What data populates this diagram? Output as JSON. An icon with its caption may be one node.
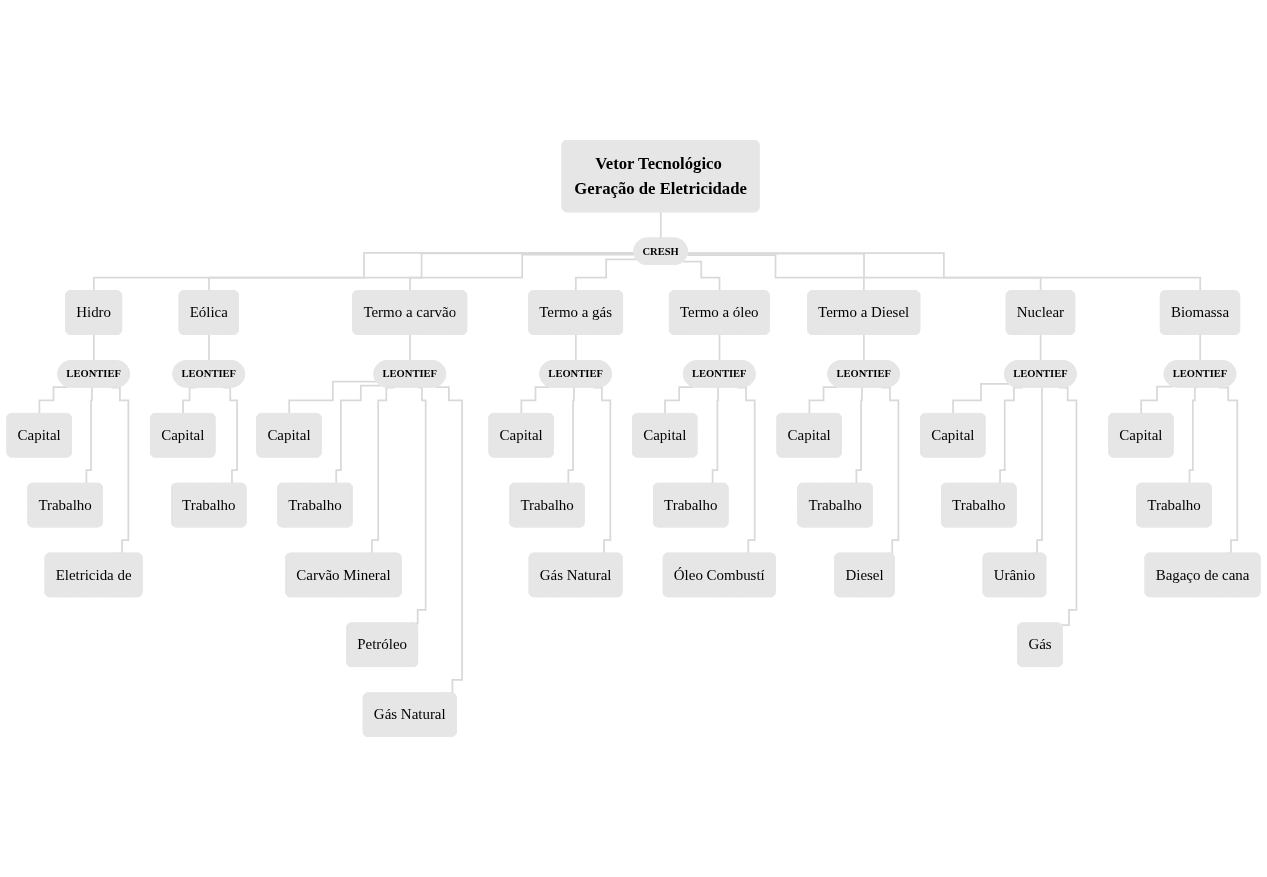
{
  "diagram": {
    "nodes": [
      {
        "text": [
          "Vetor Tecnológico Geração de Eletricidade"
        ]
      },
      {
        "text": [
          "CRESH"
        ]
      },
      {
        "text": [
          "Hidro"
        ]
      },
      {
        "text": [
          "LEONTIEF"
        ]
      },
      {
        "text": [
          "Capital"
        ]
      },
      {
        "text": [
          "Trabalho"
        ]
      },
      {
        "text": [
          "Eletricida de"
        ]
      },
      {
        "text": [
          "Eólica"
        ]
      },
      {
        "text": [
          "LEONTIEF"
        ]
      },
      {
        "text": [
          "Capital"
        ]
      },
      {
        "text": [
          "Trabalho"
        ]
      },
      {
        "text": [
          "Termo a carvão"
        ]
      },
      {
        "text": [
          "LEONTIEF"
        ]
      },
      {
        "text": [
          "Capital"
        ]
      },
      {
        "text": [
          "Trabalho"
        ]
      },
      {
        "text": [
          "Carvão Mineral"
        ]
      },
      {
        "text": [
          "Petróleo"
        ]
      },
      {
        "text": [
          "Gás Natural"
        ]
      },
      {
        "text": [
          "Termo a gás"
        ]
      },
      {
        "text": [
          "LEONTIEF"
        ]
      },
      {
        "text": [
          "Capital"
        ]
      },
      {
        "text": [
          "Trabalho"
        ]
      },
      {
        "text": [
          "Gás Natural"
        ]
      },
      {
        "text": [
          "Termo a óleo"
        ]
      },
      {
        "text": [
          "LEONTIEF"
        ]
      },
      {
        "text": [
          "Capital"
        ]
      },
      {
        "text": [
          "Trabalho"
        ]
      },
      {
        "text": [
          "Óleo Combustí"
        ]
      },
      {
        "text": [
          "Termo a Diesel"
        ]
      },
      {
        "text": [
          "LEONTIEF"
        ]
      },
      {
        "text": [
          "Capital"
        ]
      },
      {
        "text": [
          "Trabalho"
        ]
      },
      {
        "text": [
          "Diesel"
        ]
      },
      {
        "text": [
          "Nuclear"
        ]
      },
      {
        "text": [
          "LEONTIEF"
        ]
      },
      {
        "text": [
          "Capital"
        ]
      },
      {
        "text": [
          "Trabalho"
        ]
      },
      {
        "text": [
          "Urânio"
        ]
      },
      {
        "text": [
          "Gás"
        ]
      },
      {
        "text": [
          "Biomassa"
        ]
      },
      {
        "text": [
          "LEONTIEF"
        ]
      },
      {
        "text": [
          "Capital"
        ]
      },
      {
        "text": [
          "Trabalho"
        ]
      },
      {
        "text": [
          "Bagaço de cana"
        ]
      }
    ],
    "edges": [
      {
        "from": 0,
        "to": 1,
        "arrow": "none"
      },
      {
        "from": 1,
        "to": 2,
        "arrow": "none"
      },
      {
        "from": 1,
        "to": 7,
        "arrow": "none"
      },
      {
        "from": 1,
        "to": 11,
        "arrow": "none"
      },
      {
        "from": 1,
        "to": 18,
        "arrow": "none"
      },
      {
        "from": 1,
        "to": 23,
        "arrow": "none"
      },
      {
        "from": 1,
        "to": 28,
        "arrow": "none"
      },
      {
        "from": 1,
        "to": 33,
        "arrow": "none"
      },
      {
        "from": 1,
        "to": 39,
        "arrow": "none"
      },
      {
        "from": 2,
        "to": 3,
        "arrow": "none"
      },
      {
        "from": 3,
        "to": 4,
        "arrow": "none"
      },
      {
        "from": 3,
        "to": 5,
        "arrow": "none"
      },
      {
        "from": 3,
        "to": 6,
        "arrow": "none"
      },
      {
        "from": 7,
        "to": 8,
        "arrow": "none"
      },
      {
        "from": 8,
        "to": 9,
        "arrow": "none"
      },
      {
        "from": 8,
        "to": 10,
        "arrow": "none"
      },
      {
        "from": 11,
        "to": 12,
        "arrow": "none"
      },
      {
        "from": 12,
        "to": 13,
        "arrow": "none"
      },
      {
        "from": 12,
        "to": 14,
        "arrow": "none"
      },
      {
        "from": 12,
        "to": 15,
        "arrow": "none"
      },
      {
        "from": 12,
        "to": 16,
        "arrow": "none"
      },
      {
        "from": 12,
        "to": 17,
        "arrow": "none"
      },
      {
        "from": 18,
        "to": 19,
        "arrow": "none"
      },
      {
        "from": 19,
        "to": 20,
        "arrow": "none"
      },
      {
        "from": 19,
        "to": 21,
        "arrow": "none"
      },
      {
        "from": 19,
        "to": 22,
        "arrow": "none"
      },
      {
        "from": 23,
        "to": 24,
        "arrow": "none"
      },
      {
        "from": 24,
        "to": 25,
        "arrow": "none"
      },
      {
        "from": 24,
        "to": 26,
        "arrow": "none"
      },
      {
        "from": 24,
        "to": 27,
        "arrow": "none"
      },
      {
        "from": 28,
        "to": 29,
        "arrow": "none"
      },
      {
        "from": 29,
        "to": 30,
        "arrow": "none"
      },
      {
        "from": 29,
        "to": 31,
        "arrow": "none"
      },
      {
        "from": 29,
        "to": 32,
        "arrow": "none"
      },
      {
        "from": 33,
        "to": 34,
        "arrow": "none"
      },
      {
        "from": 34,
        "to": 35,
        "arrow": "none"
      },
      {
        "from": 34,
        "to": 36,
        "arrow": "none"
      },
      {
        "from": 34,
        "to": 37,
        "arrow": "none"
      },
      {
        "from": 34,
        "to": 38,
        "arrow": "none"
      },
      {
        "from": 39,
        "to": 40,
        "arrow": "none"
      },
      {
        "from": 40,
        "to": 41,
        "arrow": "none"
      },
      {
        "from": 40,
        "to": 42,
        "arrow": "none"
      },
      {
        "from": 40,
        "to": 43,
        "arrow": "none"
      }
    ]
  }
}
